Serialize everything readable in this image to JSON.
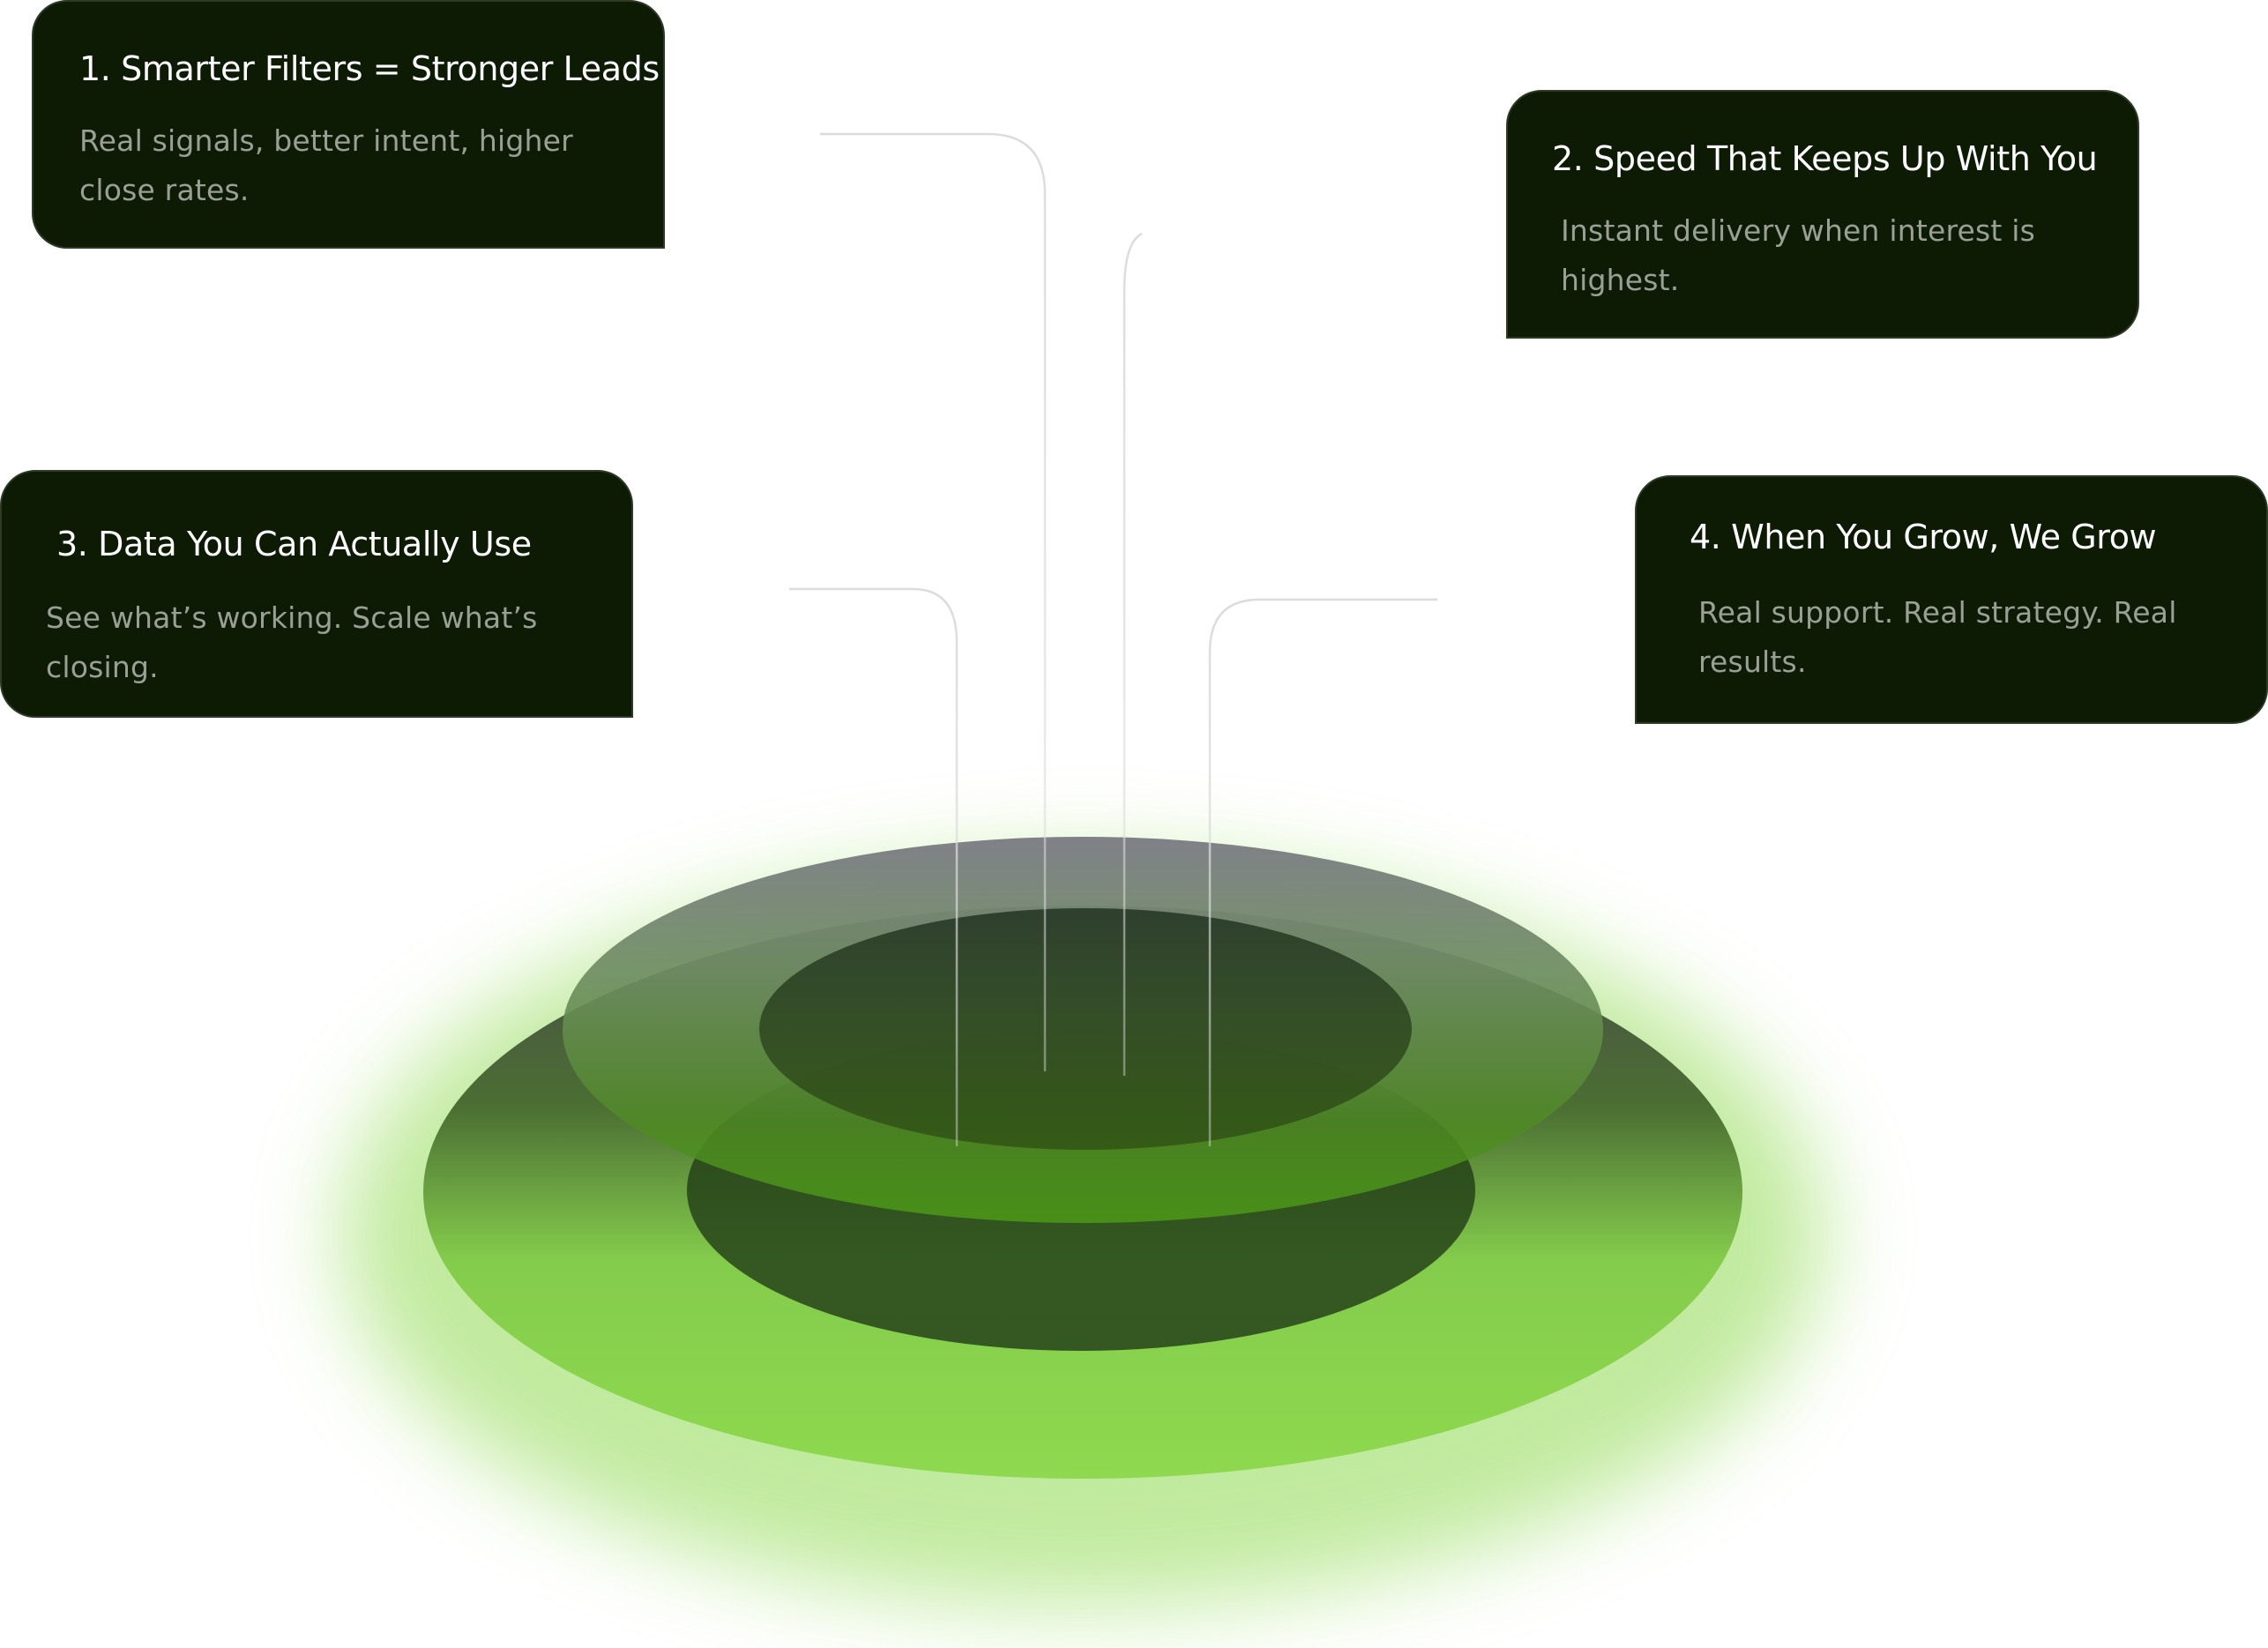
{
  "cards": [
    {
      "number": "1.",
      "title": "Smarter Filters = Stronger Leads",
      "description": "Real signals, better intent, higher close rates."
    },
    {
      "number": "2.",
      "title": "Speed That Keeps Up With You",
      "description": "Instant delivery when interest is highest."
    },
    {
      "number": "3.",
      "title": "Data You Can Actually Use",
      "description": "See what’s working. Scale what’s closing."
    },
    {
      "number": "4.",
      "title": "When You Grow, We Grow",
      "description": "Real support. Real strategy. Real results."
    }
  ],
  "colors": {
    "card_background": "#0d1a04",
    "card_border": "#2e3a26",
    "card_title": "#ffffff",
    "card_description": "#9aa096",
    "platform_bright_green": "#8cd94f",
    "platform_mid_green": "#4a9018",
    "platform_dark_green": "#2b3d22",
    "platform_top_gray": "#7d7f86",
    "connector_line": "#e4e4e4"
  }
}
